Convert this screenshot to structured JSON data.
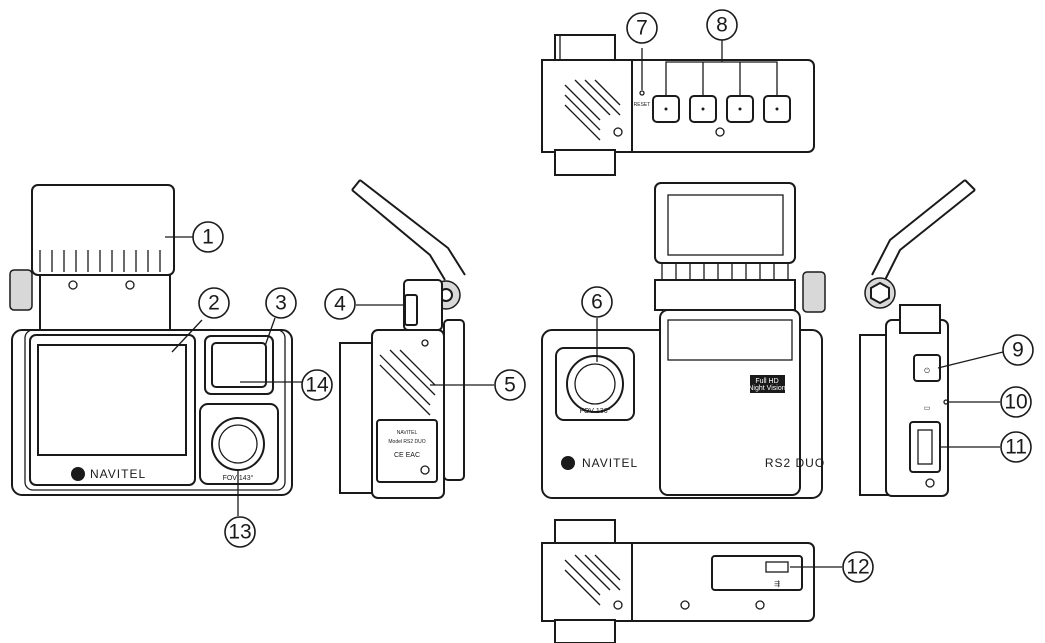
{
  "brand": "NAVITEL",
  "model": "RS2 DUO",
  "fov_front": "FOV 136°",
  "fov_rear": "FOV 143°",
  "badge_line1": "Full HD",
  "badge_line2": "Night Vision",
  "reset_label": "RESET",
  "label_model": "Model RS2 DUO",
  "label_ce": "CE EAC",
  "callouts": [
    "1",
    "2",
    "3",
    "4",
    "5",
    "6",
    "7",
    "8",
    "9",
    "10",
    "11",
    "12",
    "13",
    "14"
  ]
}
